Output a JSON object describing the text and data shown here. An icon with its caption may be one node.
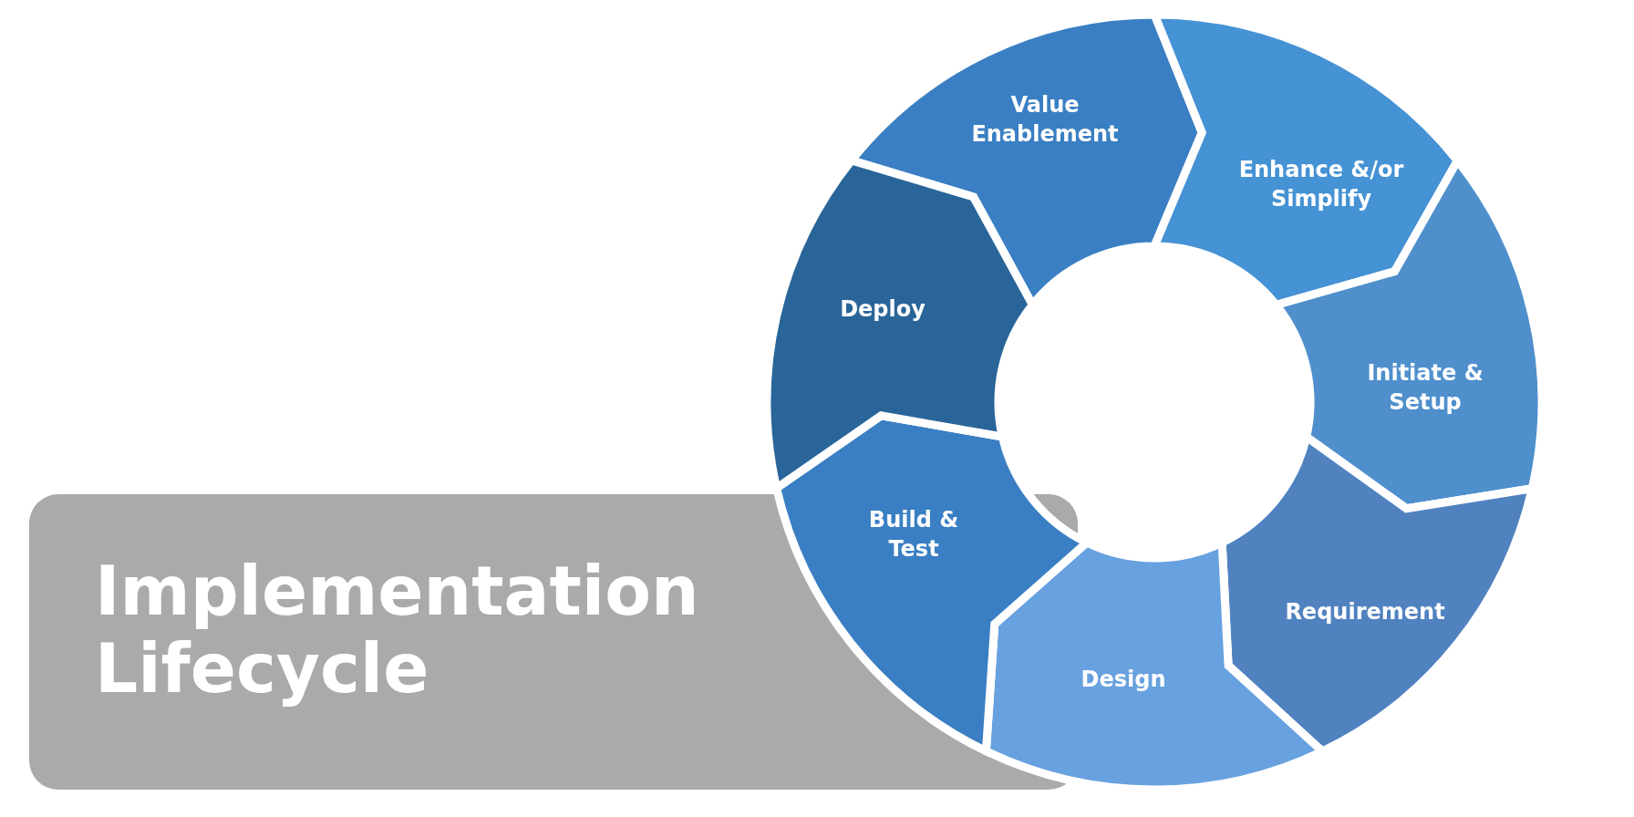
{
  "diagram": {
    "title": "Implementation Lifecycle",
    "nodes": [
      {
        "text": [
          "Value Enablement"
        ]
      },
      {
        "text": [
          "Enhance &/or Simplify"
        ]
      },
      {
        "text": [
          "Initiate & Setup"
        ]
      },
      {
        "text": [
          "Requirement"
        ]
      },
      {
        "text": [
          "Design"
        ]
      },
      {
        "text": [
          "Build & Test"
        ]
      },
      {
        "text": [
          "Deploy"
        ]
      }
    ]
  }
}
